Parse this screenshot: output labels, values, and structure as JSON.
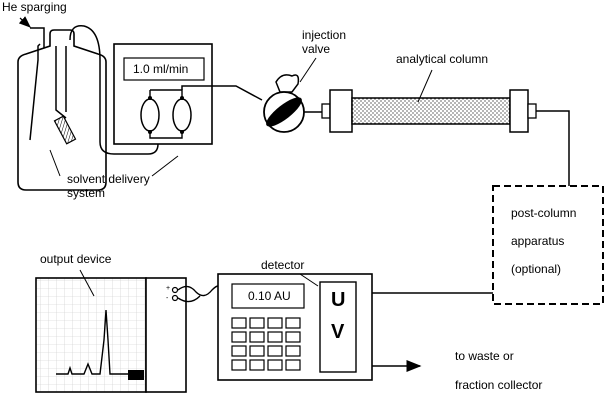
{
  "labels": {
    "he_sparging": "He sparging",
    "solvent_delivery_line1": "solvent delivery",
    "solvent_delivery_line2": "system",
    "injection_line1": "injection",
    "injection_line2": "valve",
    "analytical_column": "analytical column",
    "post_column_line1": "post-column",
    "post_column_line2": "apparatus",
    "post_column_line3": "(optional)",
    "detector": "detector",
    "output_device": "output device",
    "waste_line1": "to waste or",
    "waste_line2": "fraction collector"
  },
  "pump_display": "1.0 ml/min",
  "detector_display": "0.10 AU",
  "detector_letter1": "U",
  "detector_letter2": "V",
  "terminal_plus": "+",
  "terminal_minus": "-"
}
